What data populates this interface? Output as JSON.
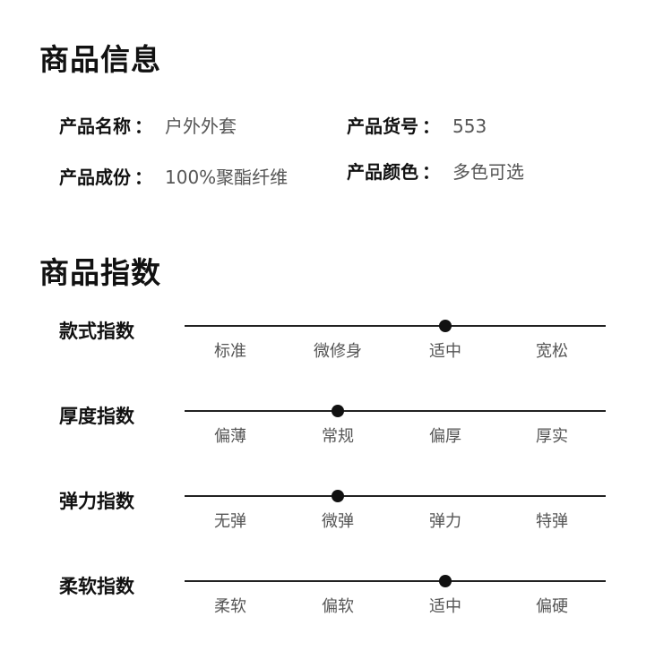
{
  "sections": {
    "info_title": "商品信息",
    "index_title": "商品指数"
  },
  "info": {
    "name": {
      "label": "产品名称",
      "sep": "：",
      "value": "户外外套"
    },
    "code": {
      "label": "产品货号",
      "sep": "：",
      "value": "553"
    },
    "composition": {
      "label": "产品成份",
      "sep": "：",
      "value": "100%聚酯纤维"
    },
    "color": {
      "label": "产品颜色",
      "sep": "：",
      "value": "多色可选"
    }
  },
  "indices": [
    {
      "label": "款式指数",
      "options": [
        "标准",
        "微修身",
        "适中",
        "宽松"
      ],
      "selected_index": 2
    },
    {
      "label": "厚度指数",
      "options": [
        "偏薄",
        "常规",
        "偏厚",
        "厚实"
      ],
      "selected_index": 1
    },
    {
      "label": "弹力指数",
      "options": [
        "无弹",
        "微弹",
        "弹力",
        "特弹"
      ],
      "selected_index": 1
    },
    {
      "label": "柔软指数",
      "options": [
        "柔软",
        "偏软",
        "适中",
        "偏硬"
      ],
      "selected_index": 2
    }
  ],
  "colors": {
    "text": "#111111",
    "muted": "#555555",
    "track": "#222222"
  }
}
